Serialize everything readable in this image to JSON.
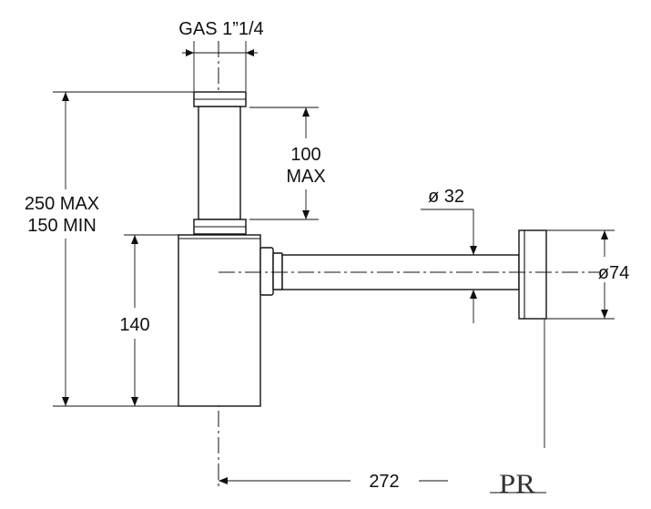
{
  "labels": {
    "thread": "GAS 1”1/4",
    "tail_length_value": "100",
    "tail_length_limit": "MAX",
    "total_height_max": "250 MAX",
    "total_height_min": "150 MIN",
    "body_height": "140",
    "tube_diameter": "ø 32",
    "flange_diameter": "ø74",
    "projection": "272",
    "logo": "PR"
  },
  "colors": {
    "ink": "#111111",
    "paper": "#ffffff"
  }
}
